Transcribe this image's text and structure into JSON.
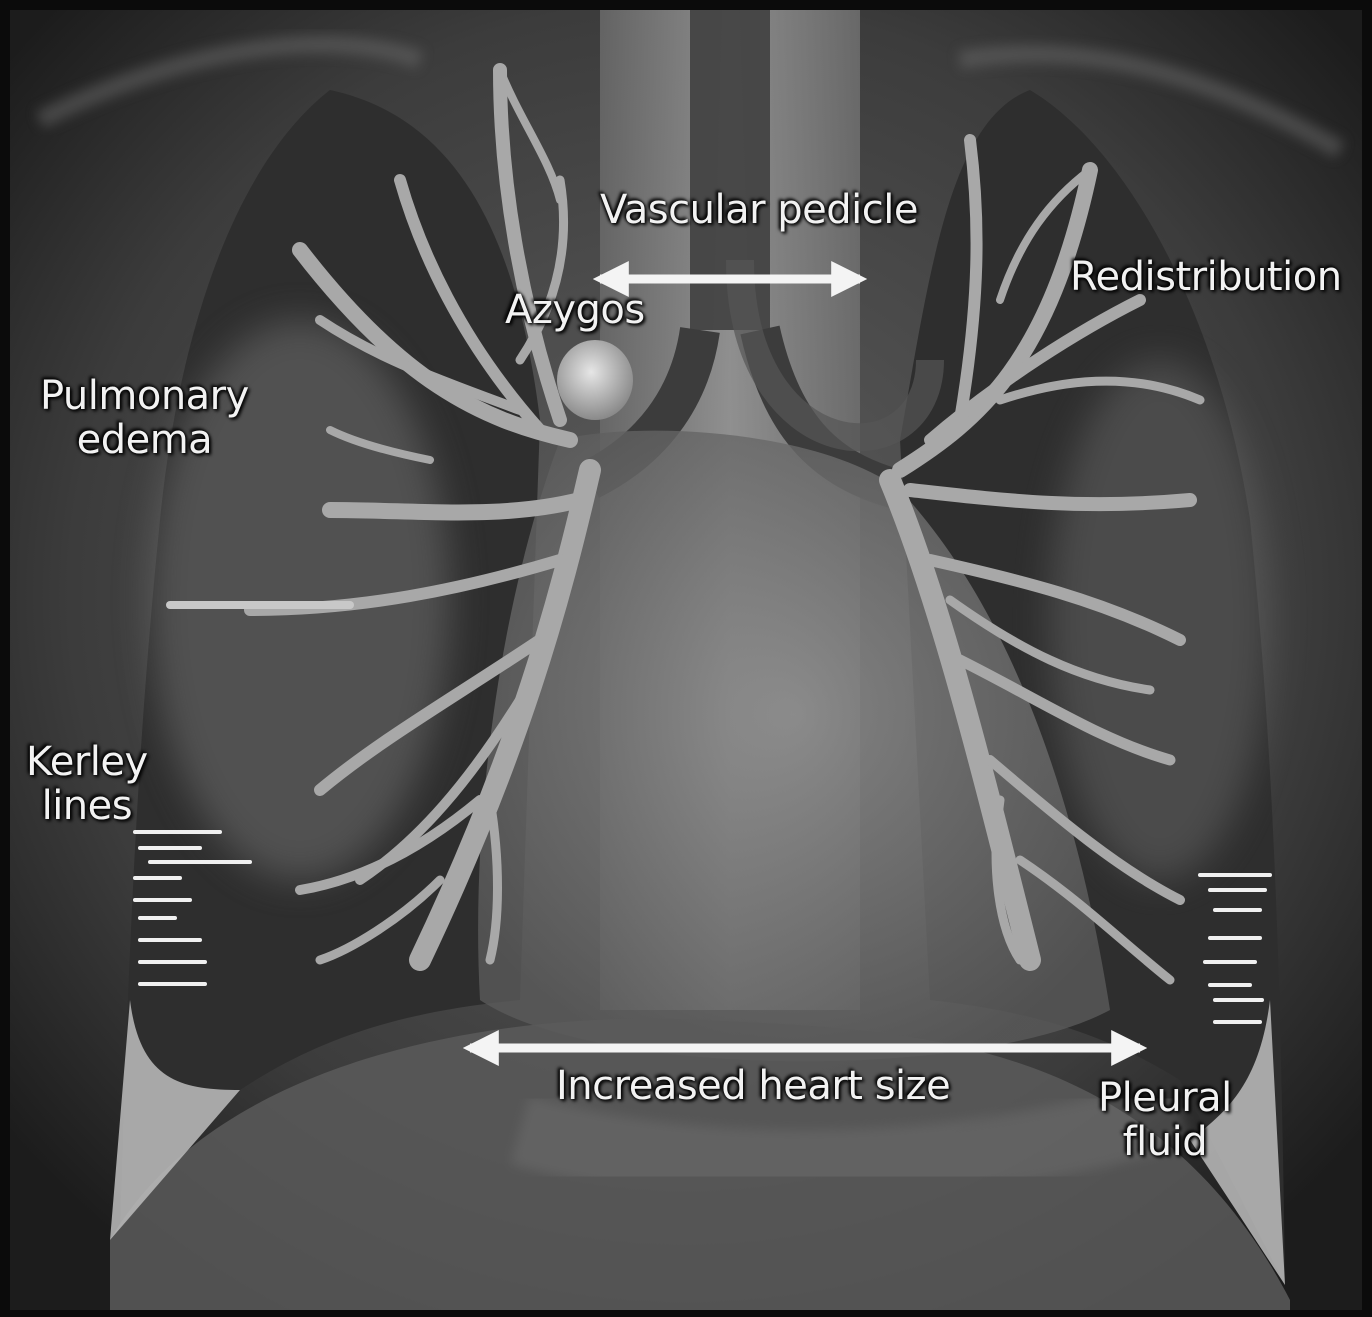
{
  "labels": {
    "vascular_pedicle": "Vascular pedicle",
    "redistribution": "Redistribution",
    "azygos": "Azygos",
    "pulmonary_edema_line1": "Pulmonary",
    "pulmonary_edema_line2": "edema",
    "kerley_line1": "Kerley",
    "kerley_line2": "lines",
    "increased_heart_size": "Increased heart size",
    "pleural_line1": "Pleural",
    "pleural_line2": "fluid"
  },
  "colors": {
    "background": "#0a0a0a",
    "lung_field": "#3a3a3a",
    "mediastinum": "#8c8c8c",
    "vessel": "#a8a8a8",
    "annotation_white": "#f4f4f4"
  }
}
